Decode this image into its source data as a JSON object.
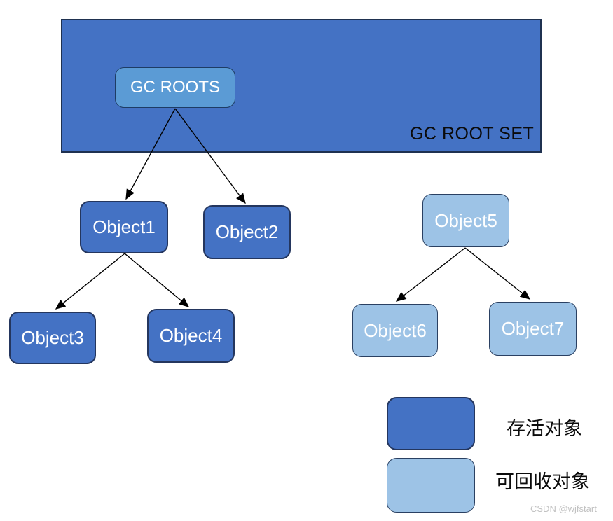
{
  "diagram": {
    "title": "GC ROOT SET",
    "root_container_label": "GC ROOT SET",
    "nodes": {
      "gc_roots": {
        "label": "GC ROOTS",
        "type": "root"
      },
      "object1": {
        "label": "Object1",
        "type": "live"
      },
      "object2": {
        "label": "Object2",
        "type": "live"
      },
      "object3": {
        "label": "Object3",
        "type": "live"
      },
      "object4": {
        "label": "Object4",
        "type": "live"
      },
      "object5": {
        "label": "Object5",
        "type": "reclaimable"
      },
      "object6": {
        "label": "Object6",
        "type": "reclaimable"
      },
      "object7": {
        "label": "Object7",
        "type": "reclaimable"
      }
    },
    "edges": [
      {
        "from": "gc_roots",
        "to": "object1"
      },
      {
        "from": "gc_roots",
        "to": "object2"
      },
      {
        "from": "object1",
        "to": "object3"
      },
      {
        "from": "object1",
        "to": "object4"
      },
      {
        "from": "object5",
        "to": "object6"
      },
      {
        "from": "object5",
        "to": "object7"
      }
    ],
    "colors": {
      "live_fill": "#4472c4",
      "reclaimable_fill": "#9dc3e6",
      "gc_roots_fill": "#5b9bd5",
      "container_fill": "#4472c4",
      "arrow": "#000000"
    }
  },
  "legend": {
    "items": [
      {
        "label": "存活对象",
        "type": "live",
        "color": "#4472c4"
      },
      {
        "label": "可回收对象",
        "type": "reclaimable",
        "color": "#9dc3e6"
      }
    ]
  },
  "watermark": {
    "text": "CSDN @wjfstart"
  }
}
